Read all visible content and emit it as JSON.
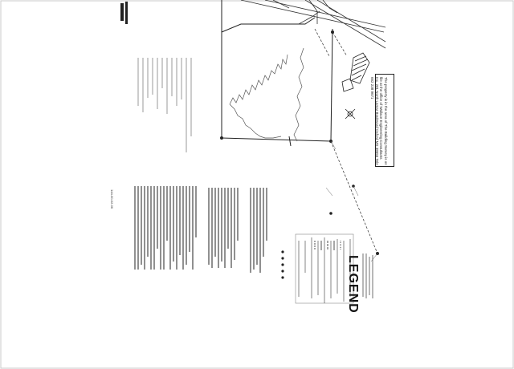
{
  "document": {
    "legend_title": "LEGEND",
    "survey_note": "The property is in the area of The Building Survey is on file at the office of Wallace Engineering Consultants Inc. 201 North Lamar Boulevard Oxford MS 38655 Tele 662 238 9671",
    "page_number": "144-00-02-06"
  }
}
